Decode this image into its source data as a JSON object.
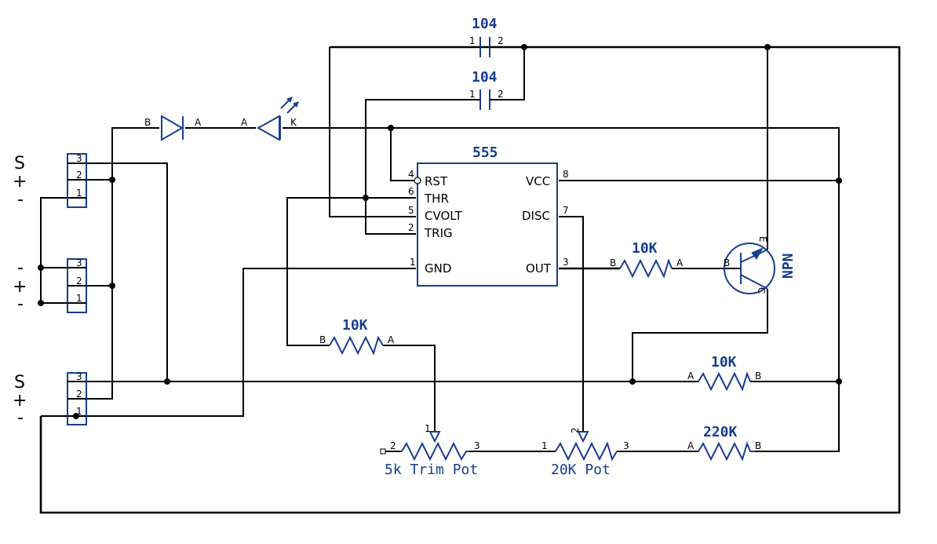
{
  "colors": {
    "wire": "#000000",
    "symbol": "#1a3d8f",
    "text_value": "#1a3d8f",
    "text_pin": "#000000",
    "background": "#ffffff"
  },
  "ic": {
    "title": "555",
    "pins_left": [
      {
        "num": "4",
        "name": "RST"
      },
      {
        "num": "6",
        "name": "THR"
      },
      {
        "num": "5",
        "name": "CVOLT"
      },
      {
        "num": "2",
        "name": "TRIG"
      },
      {
        "num": "1",
        "name": "GND"
      }
    ],
    "pins_right": [
      {
        "num": "8",
        "name": "VCC"
      },
      {
        "num": "7",
        "name": "DISC"
      },
      {
        "num": "3",
        "name": "OUT"
      }
    ]
  },
  "capacitors": [
    {
      "value": "104",
      "pin1": "1",
      "pin2": "2"
    },
    {
      "value": "104",
      "pin1": "1",
      "pin2": "2"
    }
  ],
  "diode": {
    "anode_label": "A",
    "cathode_label": "B"
  },
  "led": {
    "anode_label": "A",
    "cathode_label": "K"
  },
  "resistors": [
    {
      "value": "10K",
      "left_pin": "B",
      "right_pin": "A"
    },
    {
      "value": "10K",
      "left_pin": "B",
      "right_pin": "A"
    },
    {
      "value": "10K",
      "left_pin": "A",
      "right_pin": "B"
    },
    {
      "value": "220K",
      "left_pin": "A",
      "right_pin": "B"
    }
  ],
  "potentiometers": [
    {
      "name": "5k Trim Pot",
      "pin_left": "2",
      "pin_right": "3",
      "wiper": "1"
    },
    {
      "name": "20K Pot",
      "pin_left": "1",
      "pin_right": "3",
      "wiper": "2"
    }
  ],
  "transistor": {
    "name": "NPN",
    "base": "B",
    "emitter": "E",
    "collector": "C"
  },
  "connectors": [
    {
      "pins": [
        "3",
        "2",
        "1"
      ],
      "side_labels": [
        "S",
        "+",
        "-"
      ]
    },
    {
      "pins": [
        "3",
        "2",
        "1"
      ],
      "side_labels": [
        "-",
        "+",
        "-"
      ]
    },
    {
      "pins": [
        "3",
        "2",
        "1"
      ],
      "side_labels": [
        "S",
        "+",
        "-"
      ]
    }
  ]
}
